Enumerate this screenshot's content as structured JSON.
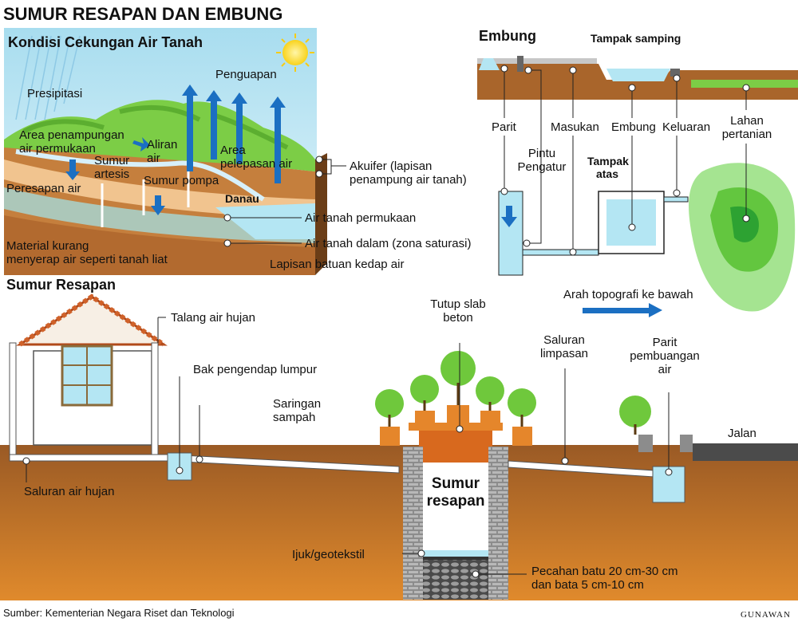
{
  "title": "SUMUR RESAPAN DAN EMBUNG",
  "colors": {
    "sky": "#b9e3f1",
    "grass": "#7ccd46",
    "soil": "#a9652b",
    "water": "#b4e6f3",
    "arrow": "#1b6fc2"
  },
  "panel_cekungan": {
    "title": "Kondisi Cekungan Air Tanah",
    "labels": {
      "presipitasi": "Presipitasi",
      "penguapan": "Penguapan",
      "area_penampungan": "Area penampungan\nair permukaan",
      "aliran_air": "Aliran\nair",
      "area_pelepasan": "Area\npelepasan air",
      "sumur_artesis": "Sumur\nartesis",
      "peresapan_air": "Peresapan air",
      "sumur_pompa": "Sumur pompa",
      "danau": "Danau",
      "akuifer": "Akuifer (lapisan\npenampung air tanah)",
      "air_tanah_permukaan": "Air tanah permukaan",
      "air_tanah_dalam": "Air tanah dalam (zona saturasi)",
      "material_kurang": "Material kurang\nmenyerap air seperti tanah liat",
      "lapisan_batuan": "Lapisan batuan kedap air"
    },
    "icons": [
      "sun-icon",
      "rain-icon",
      "arrow-up-icon",
      "arrow-down-icon"
    ]
  },
  "panel_embung": {
    "title": "Embung",
    "tampak_samping": "Tampak samping",
    "tampak_atas": "Tampak\natas",
    "labels": {
      "parit": "Parit",
      "pintu_pengatur": "Pintu\nPengatur",
      "masukan": "Masukan",
      "embung": "Embung",
      "keluaran": "Keluaran",
      "lahan_pertanian": "Lahan\npertanian",
      "arah_topografi": "Arah topografi ke bawah"
    }
  },
  "panel_sumur": {
    "title": "Sumur Resapan",
    "labels": {
      "talang": "Talang air hujan",
      "bak": "Bak pengendap lumpur",
      "saringan": "Saringan\nsampah",
      "saluran_air_hujan": "Saluran air hujan",
      "tutup_slab": "Tutup slab\nbeton",
      "saluran_limpasan": "Saluran\nlimpasan",
      "parit_pembuangan": "Parit\npembuangan\nair",
      "jalan": "Jalan",
      "sumur_resapan": "Sumur\nresapan",
      "ijuk": "Ijuk/geotekstil",
      "pecahan_batu": "Pecahan batu 20 cm-30 cm\ndan bata 5 cm-10 cm"
    }
  },
  "source": "Sumber: Kementerian Negara Riset dan Teknologi",
  "credit": "GUNAWAN"
}
